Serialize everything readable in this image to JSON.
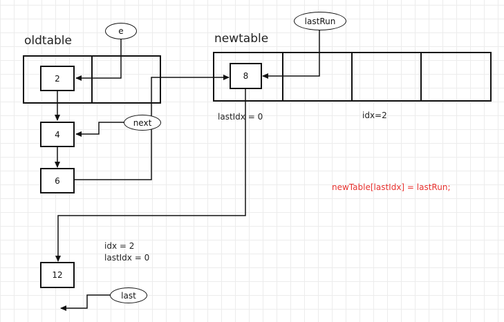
{
  "labels": {
    "oldtable": "oldtable",
    "newtable": "newtable",
    "lastIdx0": "lastIdx = 0",
    "idx2": "idx=2",
    "assignment": "newTable[lastIdx] = lastRun;",
    "idx_eq_2": "idx = 2",
    "lastIdx_eq_0": "lastIdx = 0"
  },
  "nodes": {
    "old_2": "2",
    "old_4": "4",
    "old_6": "6",
    "new_8": "8",
    "node_12": "12"
  },
  "pointers": {
    "e": "e",
    "lastRun": "lastRun",
    "next": "next",
    "last": "last"
  },
  "colors": {
    "line": "#111111",
    "highlight": "#e8322f",
    "grid": "#ececec"
  }
}
